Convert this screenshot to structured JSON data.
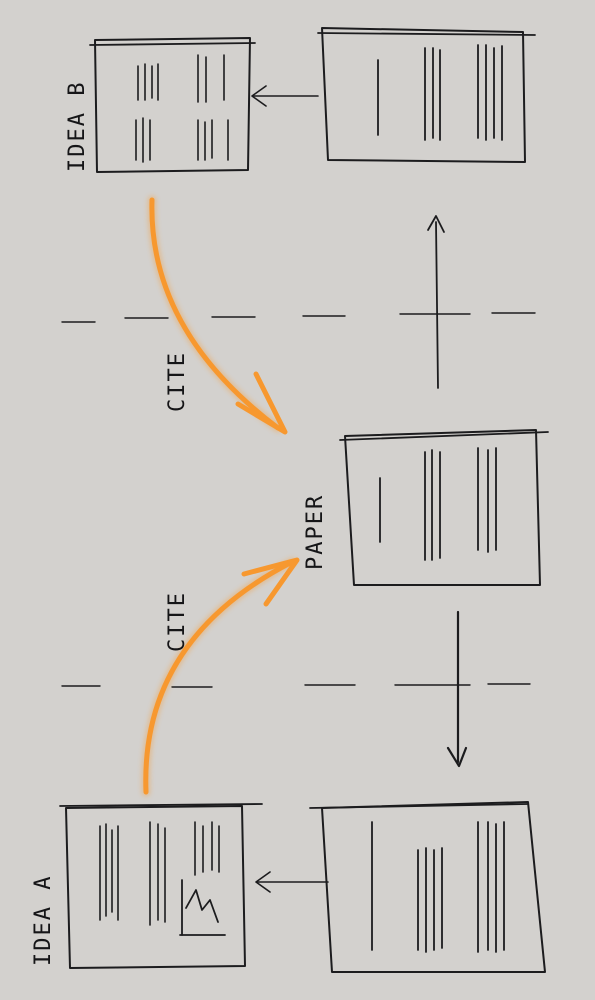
{
  "diagram": {
    "labels": {
      "idea_a": "IDEA A",
      "idea_b": "IDEA B",
      "paper": "PAPER",
      "cite_top": "CITE",
      "cite_bottom": "CITE"
    },
    "colors": {
      "paper_background": "#d3d1ce",
      "ink": "#1c1c1e",
      "highlight_arrow": "#f7982f"
    }
  }
}
